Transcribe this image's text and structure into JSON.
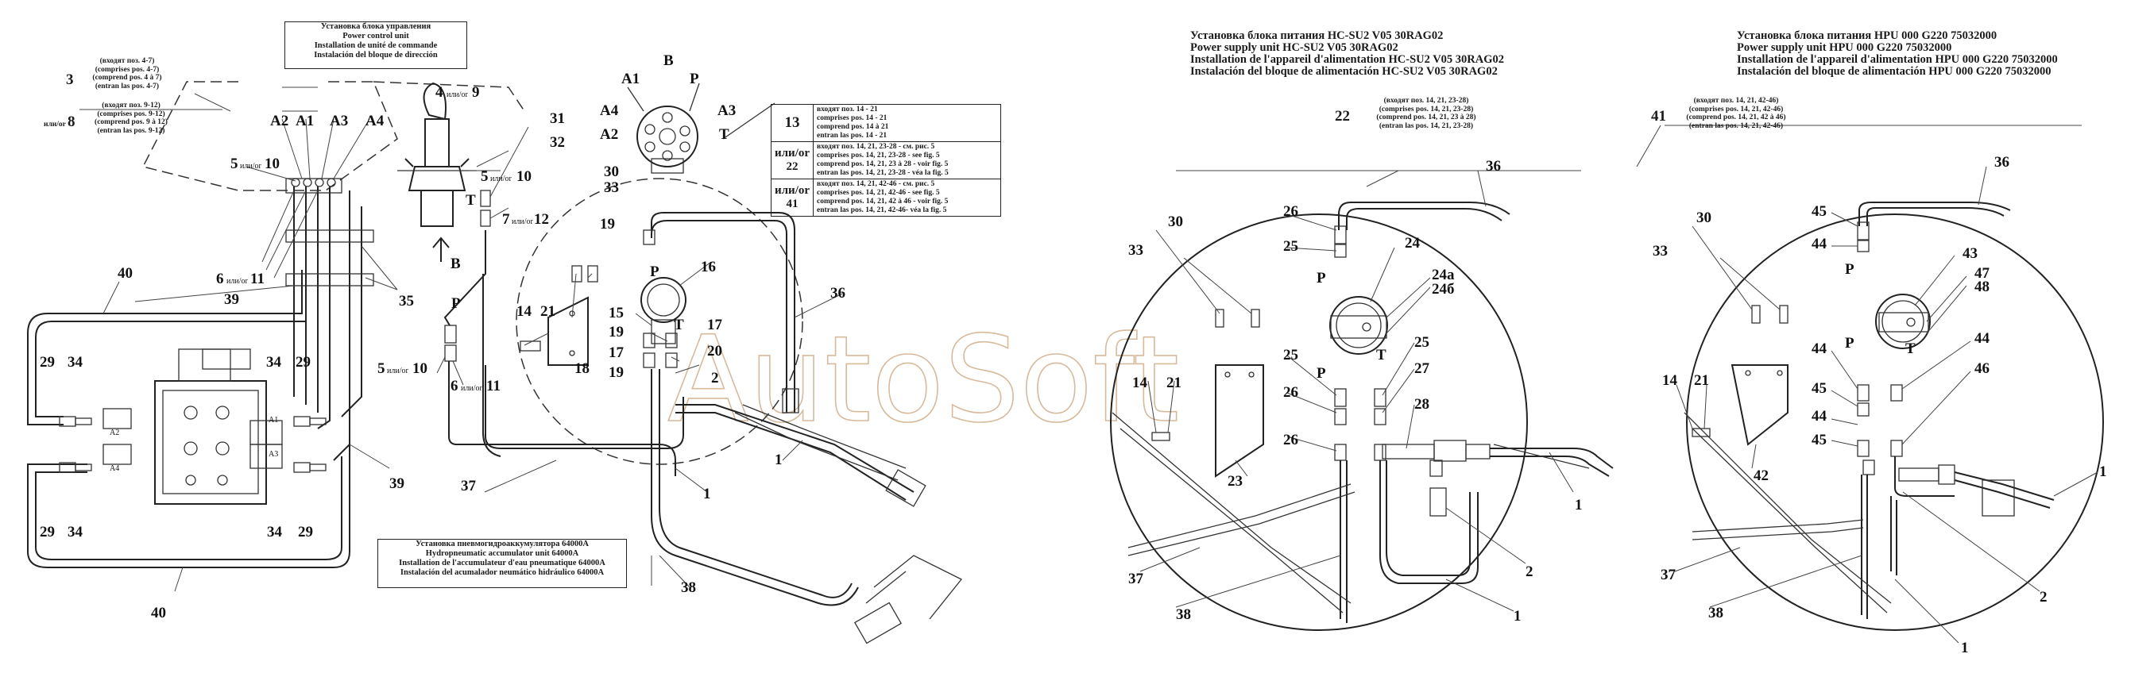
{
  "watermark": "AutoSoft",
  "left_view": {
    "control_unit_label": [
      "Установка блока управления",
      "Power control unit",
      "Installation de unité de commande",
      "Instalación del bloque de dirección"
    ],
    "accumulator_label": [
      "Установка пневмогидроаккумулятора  64000А",
      "Hydropneumatic accumulator unit  64000A",
      "Installation de l'accumulateur d'eau pneumatique 64000A",
      "Instalación del acumalador neumático hidráulico  64000A"
    ],
    "note3": {
      "num": "3",
      "lines": [
        "(входят поз. 4-7)",
        "(comprises pos. 4-7)",
        "(comprend pos. 4 à 7)",
        "(entran las pos. 4-7)"
      ]
    },
    "note8": {
      "num": "8",
      "prefix": "или/or",
      "lines": [
        "(входят поз. 9-12)",
        "(comprises pos. 9-12)",
        "(comprend pos. 9 à 12)",
        "(entran las pos. 9-12)"
      ]
    },
    "ref_table": [
      {
        "num": "13",
        "lines": [
          "входят поз. 14 - 21",
          "comprises pos. 14 - 21",
          "comprend pos. 14 à 21",
          "entran las pos. 14 - 21"
        ]
      },
      {
        "num": "или/or\n22",
        "lines": [
          "входят поз. 14, 21, 23-28 - см. рис. 5",
          "comprises pos. 14, 21, 23-28 - see fig. 5",
          "comprend pos. 14, 21, 23 à 28 - voir fig. 5",
          "entran las pos. 14, 21, 23-28 - véa la fig. 5"
        ]
      },
      {
        "num": "или/or\n41",
        "lines": [
          "входят поз. 14, 21, 42-46 - см. рис. 5",
          "comprises pos. 14, 21, 42-46 - see fig. 5",
          "comprend pos. 14, 21, 42 à 46 - voir fig. 5",
          "entran las pos. 14, 21, 42-46- véa la fig. 5"
        ]
      }
    ],
    "labels": {
      "A2": "A2",
      "A1": "A1",
      "A3": "A3",
      "A4": "A4",
      "B": "B",
      "P": "P",
      "T": "T",
      "n4": "4",
      "n9": "9",
      "n31": "31",
      "n32": "32",
      "n30": "30",
      "n33": "33",
      "n5": "5",
      "n10": "10",
      "n7": "7",
      "n12": "12",
      "n6": "6",
      "n11": "11",
      "n40": "40",
      "n39": "39",
      "n35": "35",
      "n29": "29",
      "n34": "34",
      "n14": "14",
      "n21": "21",
      "n18": "18",
      "n19": "19",
      "n15": "15",
      "n16": "16",
      "n17": "17",
      "n20": "20",
      "n2": "2",
      "n1": "1",
      "n36": "36",
      "n37": "37",
      "n38": "38",
      "n1b": "1",
      "or_tag": "или/or"
    }
  },
  "middle_view": {
    "title": [
      "Установка блока питания HC-SU2 V05 30RAG02",
      "Power supply unit HC-SU2 V05 30RAG02",
      "Installation de  l'appareil d'alimentation HC-SU2 V05 30RAG02",
      "Instalación del bloque de alimentación HC-SU2 V05 30RAG02"
    ],
    "note": {
      "num": "22",
      "lines": [
        "(входят поз. 14, 21, 23-28)",
        "(comprises pos. 14, 21, 23-28)",
        "(comprend pos. 14, 21, 23 à 28)",
        "(entran las pos. 14, 21, 23-28)"
      ]
    },
    "labels": {
      "n26": "26",
      "n25": "25",
      "n24": "24",
      "n24a": "24a",
      "n24b": "24б",
      "n30": "30",
      "n33": "33",
      "n36": "36",
      "P": "P",
      "T": "T",
      "n27": "27",
      "n28": "28",
      "n14": "14",
      "n21": "21",
      "n23": "23",
      "n37": "37",
      "n38": "38",
      "n1": "1",
      "n2": "2",
      "n1b": "1"
    }
  },
  "right_view": {
    "title": [
      "Установка блока питания HPU 000 G220 75032000",
      "Power supply unit  HPU 000 G220 75032000",
      "Installation de l'appareil d'alimentation HPU 000 G220 75032000",
      "Instalación del bloque de alimentación HPU 000 G220 75032000"
    ],
    "note": {
      "num": "41",
      "lines": [
        "(входят поз. 14, 21, 42-46)",
        "(comprises pos. 14, 21, 42-46)",
        "(comprend pos. 14, 21, 42 à 46)",
        "(entran las pos. 14, 21, 42-46)"
      ]
    },
    "labels": {
      "n36": "36",
      "n30": "30",
      "n33": "33",
      "n45": "45",
      "n44": "44",
      "n43": "43",
      "n47": "47",
      "n48": "48",
      "P": "P",
      "T": "T",
      "n46": "46",
      "n14": "14",
      "n21": "21",
      "n42": "42",
      "n37": "37",
      "n38": "38",
      "n1": "1",
      "n2": "2",
      "n1b": "1"
    }
  }
}
